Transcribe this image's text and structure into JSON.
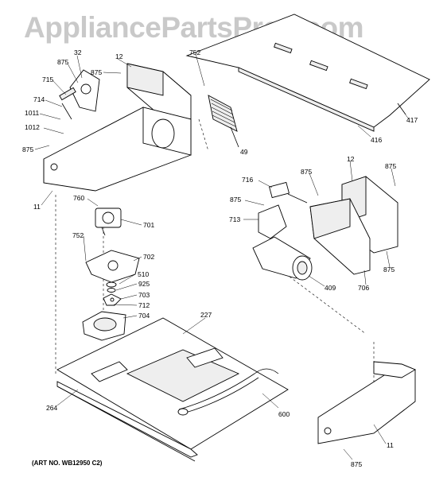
{
  "watermark": "AppliancePartsPros.com",
  "art_number": "(ART NO. WB12950 C2)",
  "callouts": [
    {
      "id": "c32",
      "text": "32"
    },
    {
      "id": "c875a",
      "text": "875"
    },
    {
      "id": "c12a",
      "text": "12"
    },
    {
      "id": "c875b",
      "text": "875"
    },
    {
      "id": "c752a",
      "text": "752"
    },
    {
      "id": "c715",
      "text": "715"
    },
    {
      "id": "c714",
      "text": "714"
    },
    {
      "id": "c1011",
      "text": "1011"
    },
    {
      "id": "c1012",
      "text": "1012"
    },
    {
      "id": "c875c",
      "text": "875"
    },
    {
      "id": "c49",
      "text": "49"
    },
    {
      "id": "c416",
      "text": "416"
    },
    {
      "id": "c417",
      "text": "417"
    },
    {
      "id": "c11a",
      "text": "11"
    },
    {
      "id": "c760",
      "text": "760"
    },
    {
      "id": "c701",
      "text": "701"
    },
    {
      "id": "c752b",
      "text": "752"
    },
    {
      "id": "c702",
      "text": "702"
    },
    {
      "id": "c510",
      "text": "510"
    },
    {
      "id": "c925",
      "text": "925"
    },
    {
      "id": "c703",
      "text": "703"
    },
    {
      "id": "c712",
      "text": "712"
    },
    {
      "id": "c704",
      "text": "704"
    },
    {
      "id": "c716",
      "text": "716"
    },
    {
      "id": "c875d",
      "text": "875"
    },
    {
      "id": "c12b",
      "text": "12"
    },
    {
      "id": "c875e",
      "text": "875"
    },
    {
      "id": "c875f",
      "text": "875"
    },
    {
      "id": "c713",
      "text": "713"
    },
    {
      "id": "c409",
      "text": "409"
    },
    {
      "id": "c706",
      "text": "706"
    },
    {
      "id": "c875g",
      "text": "875"
    },
    {
      "id": "c227",
      "text": "227"
    },
    {
      "id": "c264",
      "text": "264"
    },
    {
      "id": "c600",
      "text": "600"
    },
    {
      "id": "c11b",
      "text": "11"
    },
    {
      "id": "c875h",
      "text": "875"
    }
  ]
}
